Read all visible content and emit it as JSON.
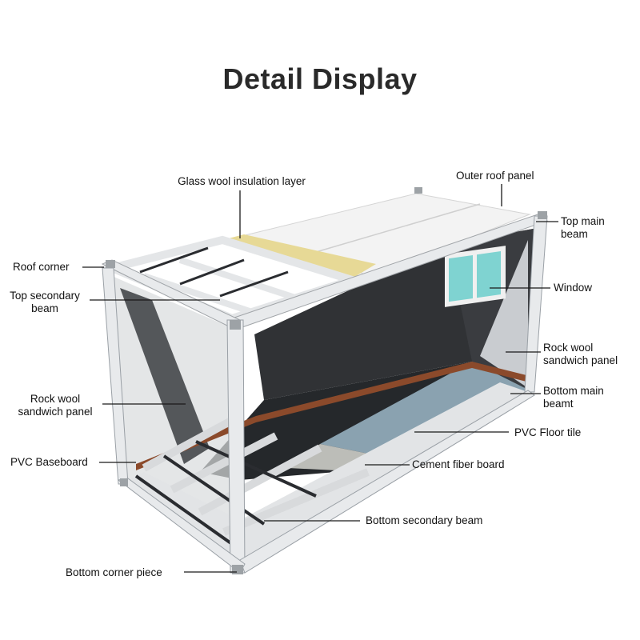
{
  "title": "Detail Display",
  "labels": {
    "glass_wool": "Glass wool insulation layer",
    "outer_roof": "Outer roof panel",
    "top_main_beam_1": "Top main",
    "top_main_beam_2": "beam",
    "roof_corner": "Roof corner",
    "top_secondary_1": "Top secondary",
    "top_secondary_2": "beam",
    "window": "Window",
    "rock_wool_right_1": "Rock wool",
    "rock_wool_right_2": "sandwich panel",
    "bottom_main_1": "Bottom main",
    "bottom_main_2": "beamt",
    "rock_wool_left_1": "Rock wool",
    "rock_wool_left_2": "sandwich panel",
    "pvc_floor": "PVC Floor tile",
    "pvc_baseboard": "PVC Baseboard",
    "cement_board": "Cement fiber board",
    "bottom_secondary": "Bottom secondary beam",
    "bottom_corner": "Bottom corner piece"
  },
  "colors": {
    "frame": "#e6e8ea",
    "frame_edge": "#9aa0a6",
    "interior_dark": "#2b2d30",
    "floor_tile": "#7f99a8",
    "cement": "#b9bbb6",
    "insulation": "#e5d89a",
    "roof": "#f2f2f2",
    "baseboard": "#8b4a2b",
    "window_glass": "#7fd3d1"
  }
}
